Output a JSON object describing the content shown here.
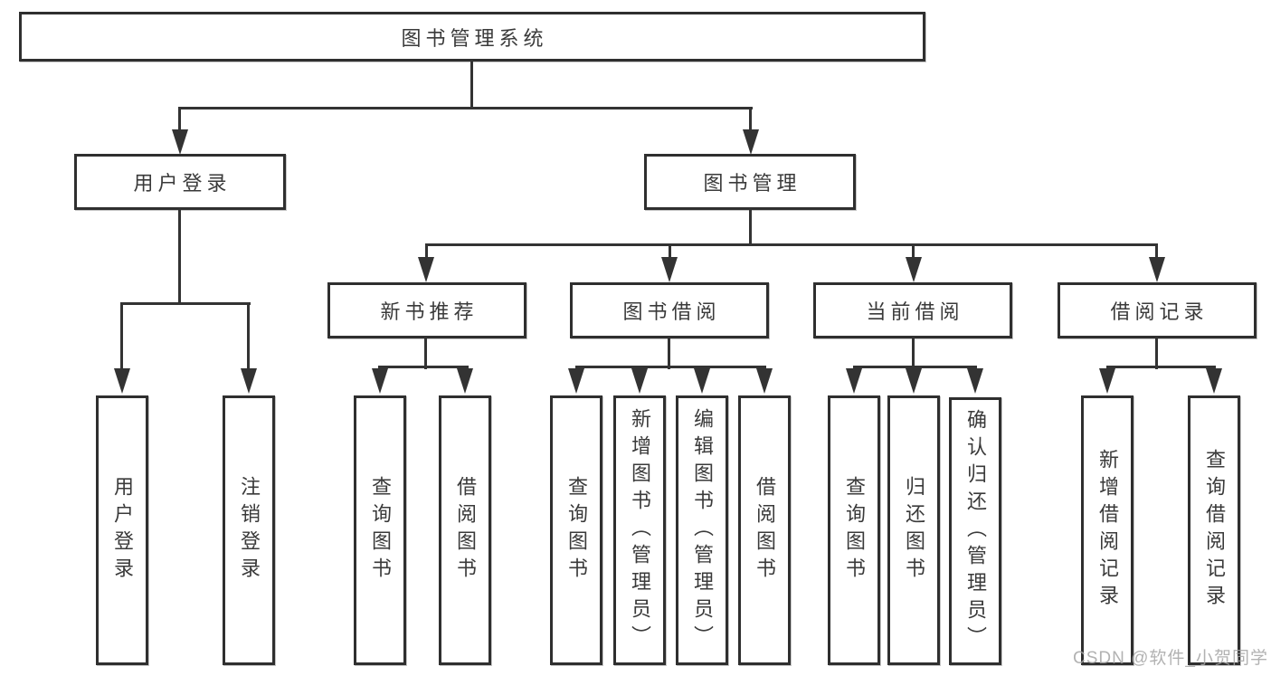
{
  "nodes": {
    "root": "图书管理系统",
    "user_login": "用户登录",
    "book_mgmt": "图书管理",
    "new_book_rec": "新书推荐",
    "book_borrow": "图书借阅",
    "current_borrow": "当前借阅",
    "borrow_records": "借阅记录",
    "leaf_user_login": "用户登录",
    "leaf_logout": "注销登录",
    "leaf_nbr_query": "查询图书",
    "leaf_nbr_borrow": "借阅图书",
    "leaf_bb_query": "查询图书",
    "leaf_bb_add": "新增图书（管理员）",
    "leaf_bb_edit": "编辑图书（管理员）",
    "leaf_bb_borrow": "借阅图书",
    "leaf_cb_query": "查询图书",
    "leaf_cb_return": "归还图书",
    "leaf_cb_confirm": "确认归还（管理员）",
    "leaf_br_add": "新增借阅记录",
    "leaf_br_query": "查询借阅记录"
  },
  "watermark": "CSDN @软件_小贺同学",
  "colors": {
    "line": "#333333",
    "text": "#3a3a3a",
    "background": "#ffffff",
    "watermark": "#a5a5a5"
  }
}
